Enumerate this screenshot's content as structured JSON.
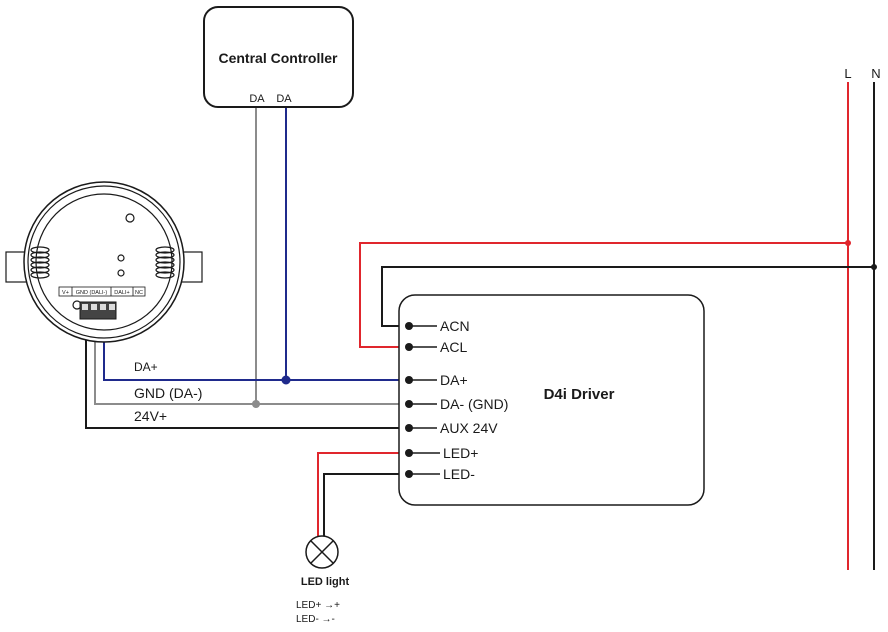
{
  "controller": {
    "title": "Central Controller",
    "port1": "DA",
    "port2": "DA"
  },
  "mains": {
    "l": "L",
    "n": "N"
  },
  "sensor": {
    "terminals": [
      "V+",
      "GND (DALI-)",
      "DALI+",
      "NC"
    ]
  },
  "wires": {
    "da_plus": "DA+",
    "gnd": "GND (DA-)",
    "v24": "24V+"
  },
  "driver": {
    "title": "D4i Driver",
    "acn": "ACN",
    "acl": "ACL",
    "da_plus": "DA+",
    "da_minus": "DA- (GND)",
    "aux": "AUX 24V",
    "led_plus": "LED+",
    "led_minus": "LED-"
  },
  "led": {
    "label": "LED light",
    "legend1": "LED+ →+",
    "legend2": "LED- →-"
  },
  "colors": {
    "red": "#e0262d",
    "blue": "#1f2a8c",
    "gray": "#8c8c8c",
    "black": "#1a1a1a"
  }
}
